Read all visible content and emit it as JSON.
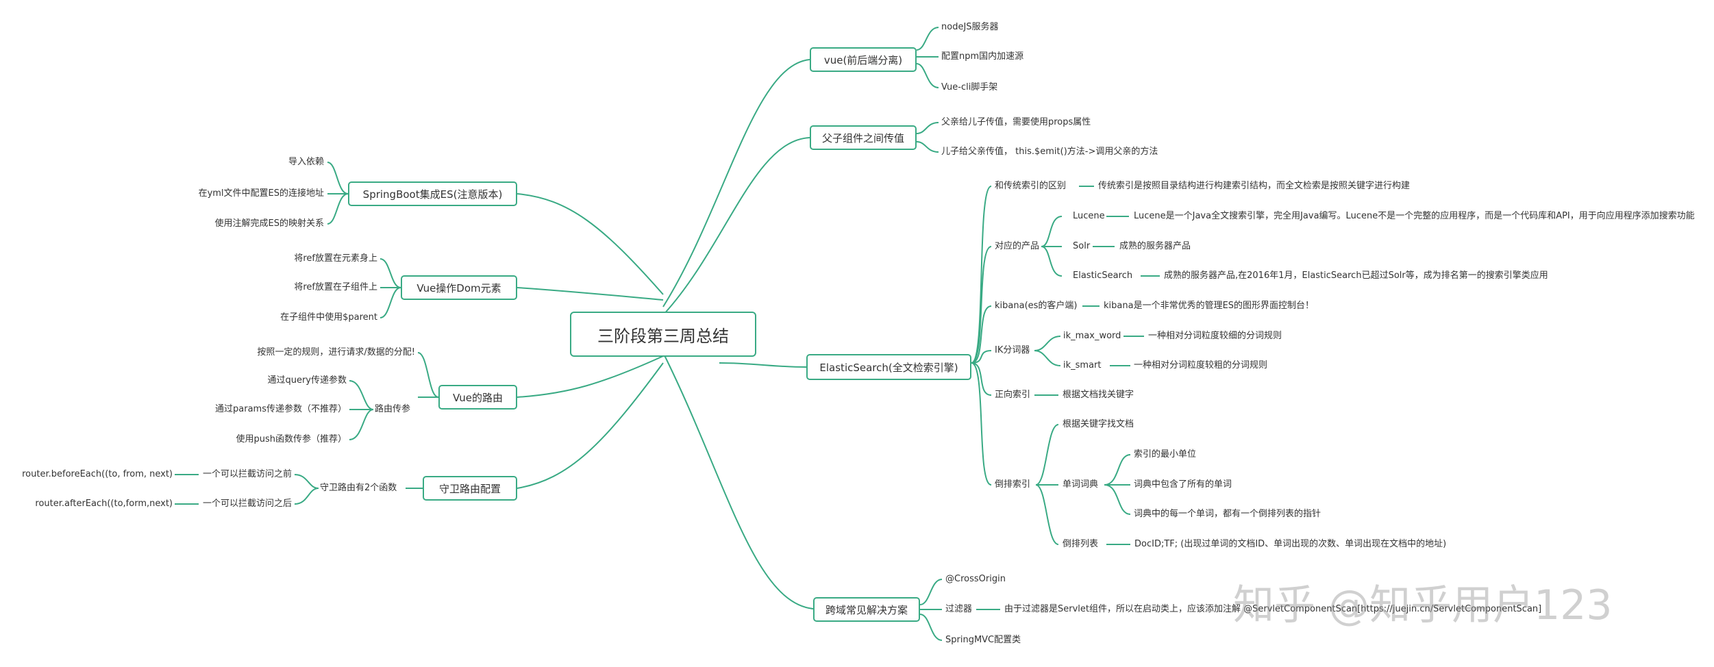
{
  "root": "三阶段第三周总结",
  "right": {
    "vue": {
      "label": "vue(前后端分离)",
      "items": [
        "nodeJS服务器",
        "配置npm国内加速源",
        "Vue-cli脚手架"
      ]
    },
    "parent_child": {
      "label": "父子组件之间传值",
      "items": [
        "父亲给儿子传值，需要使用props属性",
        "儿子给父亲传值，  this.$emit()方法->调用父亲的方法"
      ]
    },
    "es": {
      "label": "ElasticSearch(全文检索引擎)",
      "diff": {
        "label": "和传统索引的区别",
        "text": "传统索引是按照目录结构进行构建索引结构，而全文检索是按照关键字进行构建"
      },
      "products": {
        "label": "对应的产品",
        "lucene": {
          "label": "Lucene",
          "text": "Lucene是一个Java全文搜索引擎，完全用Java编写。Lucene不是一个完整的应用程序，而是一个代码库和API，用于向应用程序添加搜索功能"
        },
        "solr": {
          "label": "Solr",
          "text": "成熟的服务器产品"
        },
        "es": {
          "label": "ElasticSearch",
          "text": "成熟的服务器产品,在2016年1月，ElasticSearch已超过Solr等，成为排名第一的搜索引擎类应用"
        }
      },
      "kibana": {
        "label": "kibana(es的客户端)",
        "text": "kibana是一个非常优秀的管理ES的图形界面控制台！"
      },
      "ik": {
        "label": "IK分词器",
        "max": {
          "label": "ik_max_word",
          "text": "一种相对分词粒度较细的分词规则"
        },
        "smart": {
          "label": "ik_smart",
          "text": "一种相对分词粒度较粗的分词规则"
        }
      },
      "forward": {
        "label": "正向索引",
        "text": "根据文档找关键字"
      },
      "inverted": {
        "label": "倒排索引",
        "find": "根据关键字找文档",
        "dict": {
          "label": "单词词典",
          "items": [
            "索引的最小单位",
            "词典中包含了所有的单词",
            "词典中的每一个单词，都有一个倒排列表的指针"
          ]
        },
        "list": {
          "label": "倒排列表",
          "text": "DocID;TF;   (出现过单词的文档ID、单词出现的次数、单词出现在文档中的地址)"
        }
      }
    },
    "cors": {
      "label": "跨域常见解决方案",
      "items": [
        "@CrossOrigin",
        "过滤器",
        "SpringMVC配置类"
      ],
      "filter_text": "由于过滤器是Servlet组件，所以在启动类上，应该添加注解 @ServletComponentScan[https://juejin.cn/ServletComponentScan]"
    }
  },
  "left": {
    "springboot": {
      "label": "SpringBoot集成ES(注意版本)",
      "items": [
        "导入依赖",
        "在yml文件中配置ES的连接地址",
        "使用注解完成ES的映射关系"
      ]
    },
    "dom": {
      "label": "Vue操作Dom元素",
      "items": [
        "将ref放置在元素身上",
        "将ref放置在子组件上",
        "在子组件中使用$parent"
      ]
    },
    "router": {
      "label": "Vue的路由",
      "rule": "按照一定的规则，进行请求/数据的分配!",
      "param": {
        "label": "路由传参",
        "items": [
          "通过query传递参数",
          "通过params传递参数（不推荐）",
          "使用push函数传参（推荐）"
        ]
      }
    },
    "guard": {
      "label": "守卫路由配置",
      "two": "守卫路由有2个函数",
      "items": [
        {
          "fn": "router.beforeEach((to, from, next)",
          "desc": "一个可以拦截访问之前"
        },
        {
          "fn": "router.afterEach((to,form,next)",
          "desc": "一个可以拦截访问之后"
        }
      ]
    }
  },
  "watermark": "知乎 @知乎用户123",
  "colors": {
    "line": "#39aa84",
    "text": "#333333"
  }
}
